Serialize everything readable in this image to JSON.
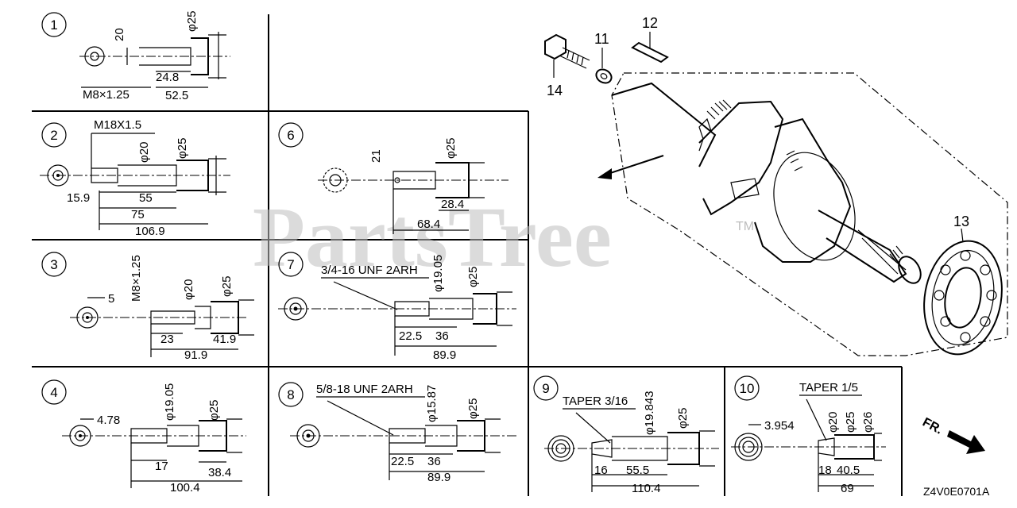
{
  "watermark": "PartsTree",
  "trademark": "TM",
  "diagram_code": "Z4V0E0701A",
  "front_indicator": "FR.",
  "part_callouts": [
    "11",
    "12",
    "13",
    "14"
  ],
  "variants": [
    {
      "id": "1",
      "labels": [
        "20",
        "φ25",
        "24.8",
        "52.5",
        "M8×1.25"
      ]
    },
    {
      "id": "2",
      "labels": [
        "M18X1.5",
        "φ20",
        "φ25",
        "15.9",
        "55",
        "75",
        "106.9"
      ]
    },
    {
      "id": "3",
      "labels": [
        "5",
        "M8×1.25",
        "φ20",
        "φ25",
        "23",
        "41.9",
        "91.9"
      ]
    },
    {
      "id": "4",
      "labels": [
        "4.78",
        "φ19.05",
        "φ25",
        "17",
        "38.4",
        "100.4"
      ]
    },
    {
      "id": "6",
      "labels": [
        "21",
        "φ25",
        "28.4",
        "68.4"
      ]
    },
    {
      "id": "7",
      "labels": [
        "3/4-16 UNF 2ARH",
        "φ19.05",
        "φ25",
        "22.5",
        "36",
        "89.9"
      ]
    },
    {
      "id": "8",
      "labels": [
        "5/8-18 UNF 2ARH",
        "φ15.87",
        "φ25",
        "22.5",
        "36",
        "89.9"
      ]
    },
    {
      "id": "9",
      "labels": [
        "TAPER 3/16",
        "φ19.843",
        "φ25",
        "16",
        "55.5",
        "110.4"
      ]
    },
    {
      "id": "10",
      "labels": [
        "TAPER 1/5",
        "3.954",
        "φ20",
        "φ25",
        "φ26",
        "18",
        "40.5",
        "69"
      ]
    }
  ]
}
